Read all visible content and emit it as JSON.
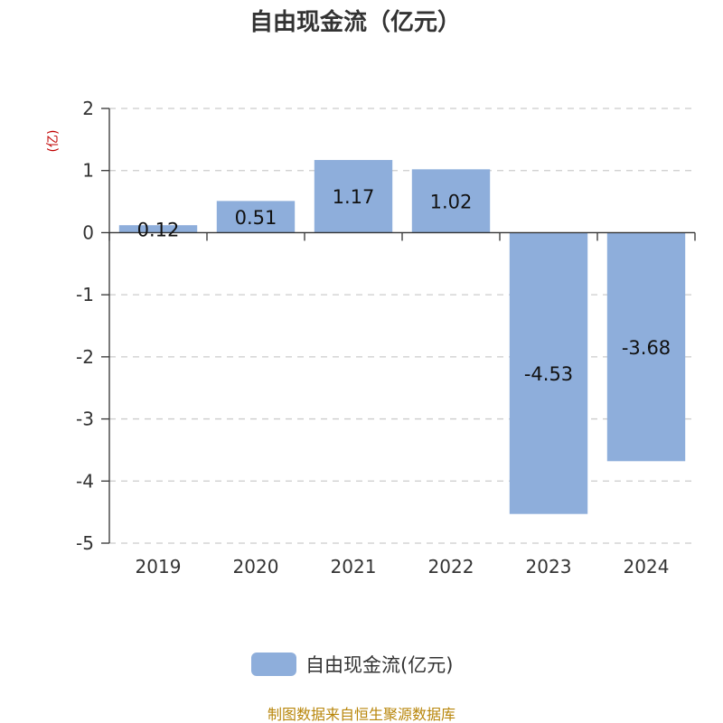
{
  "chart_data": {
    "type": "bar",
    "title": "自由现金流（亿元）",
    "ylabel": "(亿)",
    "xlabel": "",
    "categories": [
      "2019",
      "2020",
      "2021",
      "2022",
      "2023",
      "2024"
    ],
    "series": [
      {
        "name": "自由现金流(亿元)",
        "values": [
          0.12,
          0.51,
          1.17,
          1.02,
          -4.53,
          -3.68
        ],
        "labels": [
          "0.12",
          "0.51",
          "1.17",
          "1.02",
          "-4.53",
          "-3.68"
        ],
        "color": "#8eaedb"
      }
    ],
    "ylim": [
      -5,
      2
    ],
    "yticks": [
      2,
      1,
      0,
      -1,
      -2,
      -3,
      -4,
      -5
    ],
    "grid": true,
    "legend_position": "bottom"
  },
  "footer": {
    "source": "制图数据来自恒生聚源数据库"
  },
  "colors": {
    "bar": "#8eaedb",
    "grid": "#cccccc",
    "axis": "#333333",
    "source": "#b8860b"
  }
}
